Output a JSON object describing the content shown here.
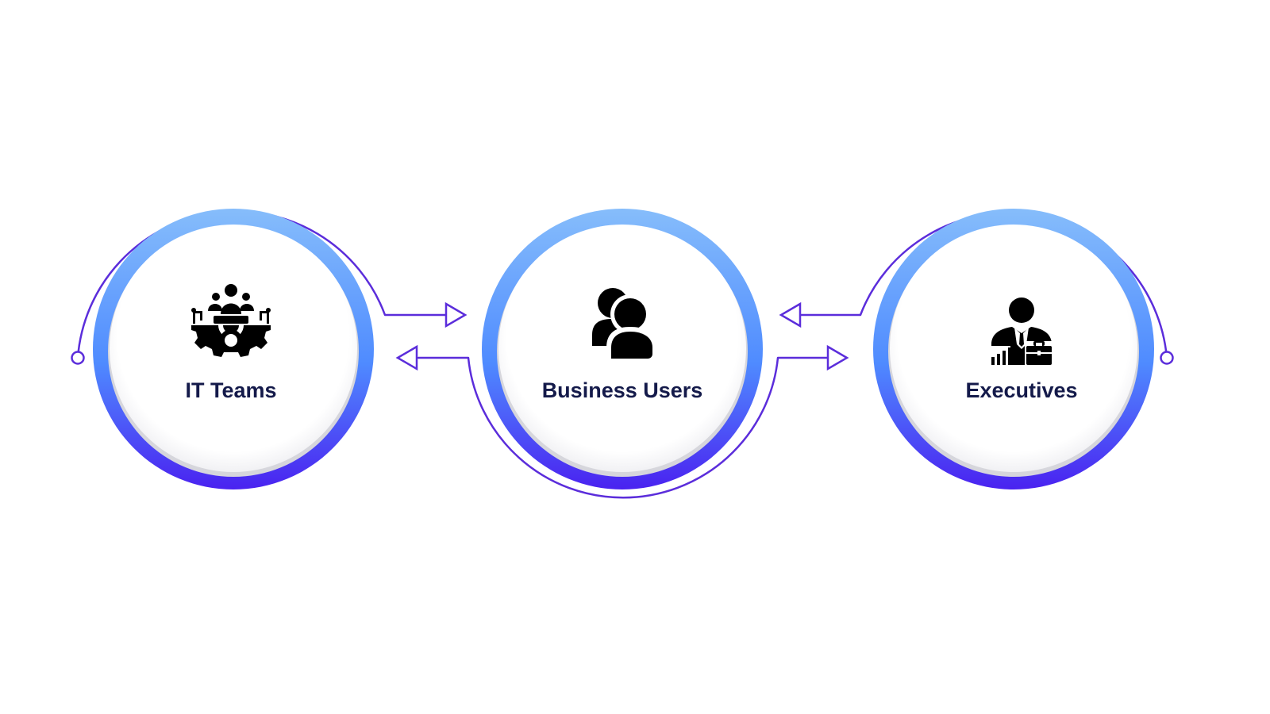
{
  "diagram": {
    "nodes": [
      {
        "id": "it-teams",
        "label": "IT Teams",
        "icon": "it-team-gear-icon"
      },
      {
        "id": "business-users",
        "label": "Business Users",
        "icon": "users-icon"
      },
      {
        "id": "executives",
        "label": "Executives",
        "icon": "executive-icon"
      }
    ],
    "connections": [
      {
        "from": "it-teams",
        "to": "business-users",
        "style": "arrow"
      },
      {
        "from": "business-users",
        "to": "it-teams",
        "style": "arrow"
      },
      {
        "from": "business-users",
        "to": "executives",
        "style": "arrow"
      },
      {
        "from": "executives",
        "to": "business-users",
        "style": "arrow"
      }
    ]
  },
  "colors": {
    "ring_top": "#86bdfb",
    "ring_mid": "#4f8bff",
    "ring_bottom": "#4a22f0",
    "connector": "#5b2ddb",
    "label": "#141a4a",
    "icon": "#000000"
  }
}
